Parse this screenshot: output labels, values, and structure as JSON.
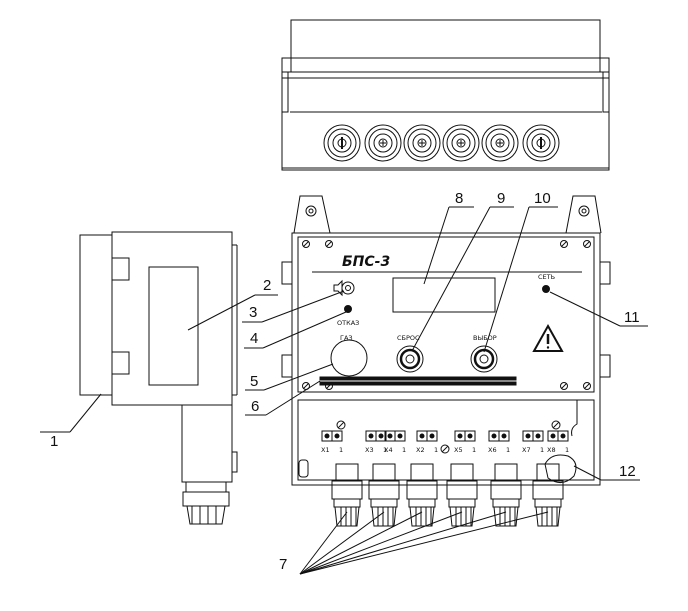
{
  "device": {
    "title": "БПС-3",
    "labels": {
      "fault": "ОТКАЗ",
      "gas": "ГАЗ",
      "reset": "СБРОС",
      "select": "ВЫБОР",
      "network": "СЕТЬ"
    }
  },
  "terminal_blocks": [
    {
      "name": "X1",
      "pin": "1"
    },
    {
      "name": "X3",
      "pin": "1"
    },
    {
      "name": "X4",
      "pin": "1"
    },
    {
      "name": "X2",
      "pin": "1"
    },
    {
      "name": "X5",
      "pin": "1"
    },
    {
      "name": "X6",
      "pin": "1"
    },
    {
      "name": "X7",
      "pin": "1"
    },
    {
      "name": "X8",
      "pin": "1"
    }
  ],
  "callouts": [
    "1",
    "2",
    "3",
    "4",
    "5",
    "6",
    "7",
    "8",
    "9",
    "10",
    "11",
    "12"
  ]
}
